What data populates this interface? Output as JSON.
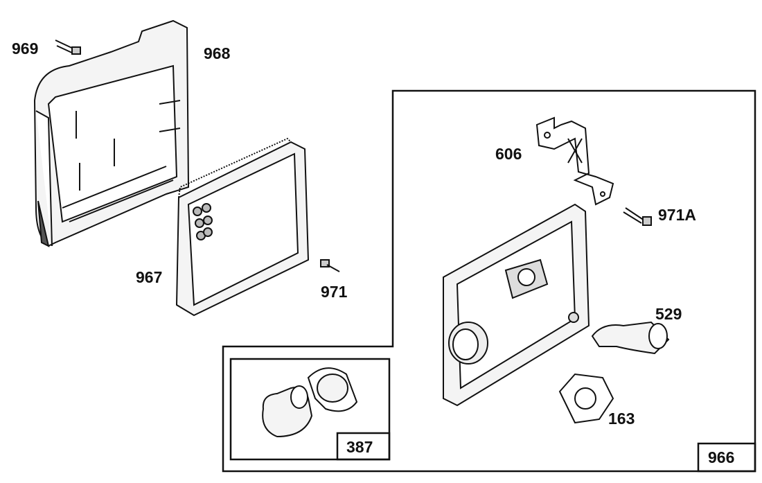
{
  "parts": {
    "p969": "969",
    "p968": "968",
    "p967": "967",
    "p971": "971",
    "p606": "606",
    "p971a": "971A",
    "p529": "529",
    "p163": "163",
    "p387": "387",
    "p966": "966"
  }
}
